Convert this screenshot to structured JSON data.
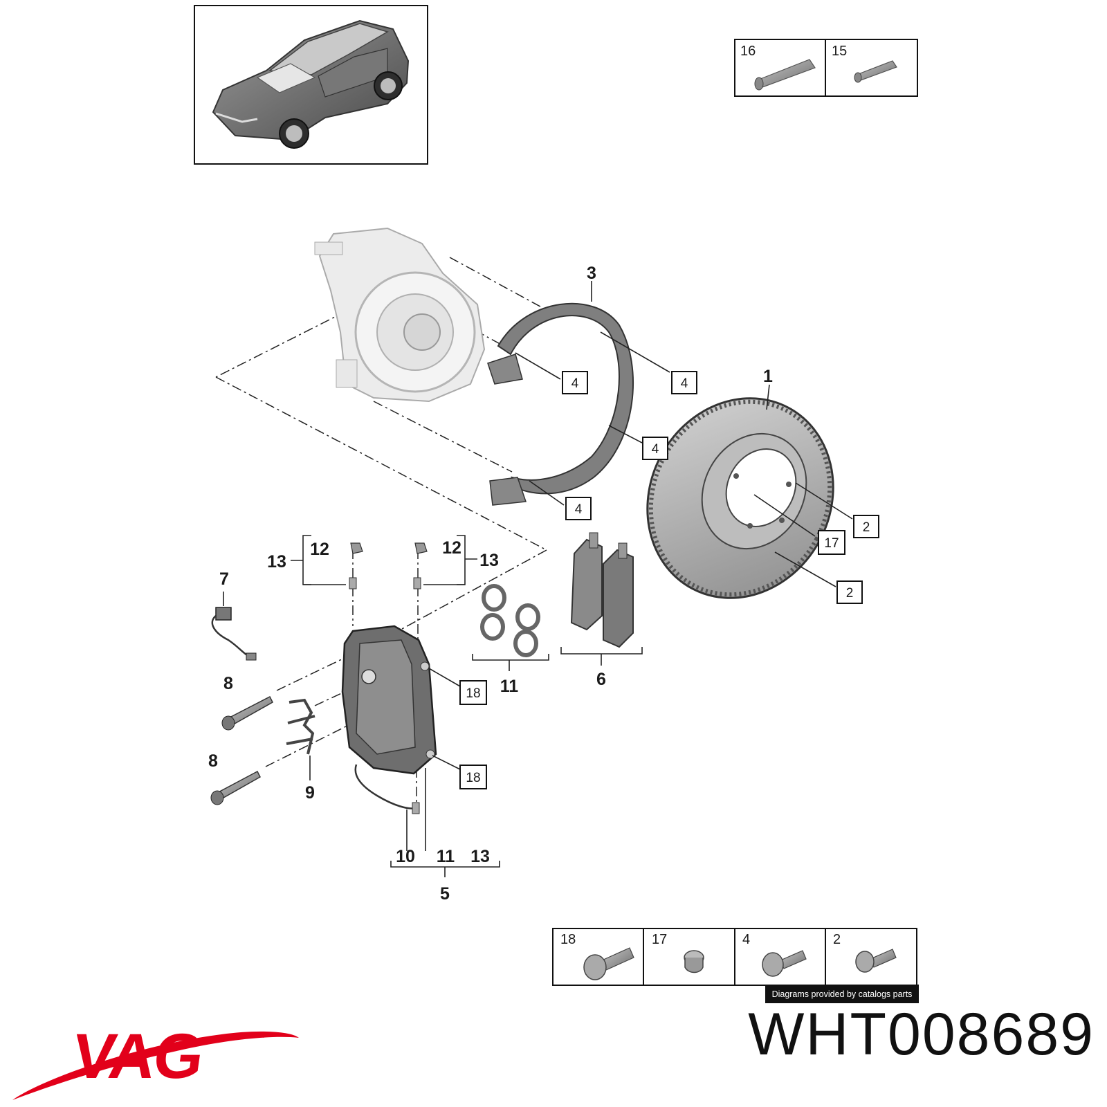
{
  "brand": {
    "name": "VAG",
    "color": "#e2001a"
  },
  "part_number": "WHT008689",
  "credit": "Diagrams provided by catalogs parts",
  "top_legend": [
    {
      "number": "16",
      "icon": "grease-tube-icon"
    },
    {
      "number": "15",
      "icon": "paste-tube-icon"
    }
  ],
  "bottom_legend": [
    {
      "number": "18",
      "icon": "splined-bolt-icon"
    },
    {
      "number": "17",
      "icon": "plug-screw-icon"
    },
    {
      "number": "4",
      "icon": "torx-bolt-icon"
    },
    {
      "number": "2",
      "icon": "countersunk-screw-icon"
    }
  ],
  "callouts": {
    "disc": "1",
    "shield": "3",
    "caliper_assembly": "5",
    "pad_set": "6",
    "wear_sensor": "7",
    "guide_pin_upper": "8",
    "guide_pin_lower": "8",
    "spring_clip": "9",
    "brake_line": "10",
    "seal_kit_top": "11",
    "seal_kit_bottom": "11",
    "bleeder_left": "12",
    "bleeder_right": "12",
    "cap_left": "13",
    "cap_right": "13",
    "cap_bottom": "13"
  },
  "boxed_refs": {
    "bolt_a": "4",
    "bolt_b": "4",
    "bolt_c": "4",
    "bolt_d": "4",
    "screw_a": "2",
    "screw_b": "2",
    "plug": "17",
    "caliper_bolt_a": "18",
    "caliper_bolt_b": "18"
  }
}
